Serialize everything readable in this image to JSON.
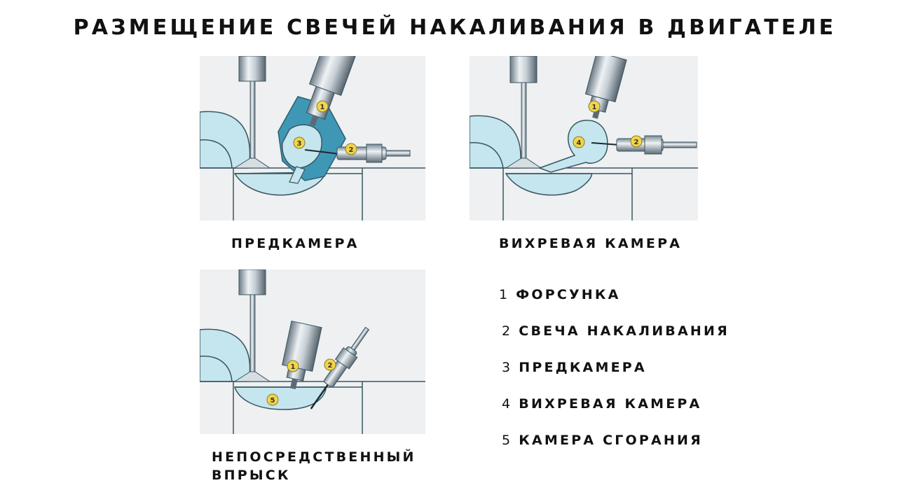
{
  "title": "РАЗМЕЩЕНИЕ СВЕЧЕЙ НАКАЛИВАНИЯ В ДВИГАТЕЛЕ",
  "diagrams": [
    {
      "caption": "ПРЕДКАМЕРА",
      "markers": [
        "1",
        "2",
        "3"
      ]
    },
    {
      "caption": "ВИХРЕВАЯ КАМЕРА",
      "markers": [
        "1",
        "2",
        "4"
      ]
    },
    {
      "caption_line1": "НЕПОСРЕДСТВЕННЫЙ",
      "caption_line2": "ВПРЫСК",
      "markers": [
        "1",
        "2",
        "5"
      ]
    }
  ],
  "legend": [
    {
      "num": "1",
      "label": "ФОРСУНКА"
    },
    {
      "num": "2",
      "label": "СВЕЧА НАКАЛИВАНИЯ"
    },
    {
      "num": "3",
      "label": "ПРЕДКАМЕРА"
    },
    {
      "num": "4",
      "label": "ВИХРЕВАЯ КАМЕРА"
    },
    {
      "num": "5",
      "label": "КАМЕРА СГОРАНИЯ"
    }
  ],
  "colors": {
    "background_panel": "#eef0f1",
    "chamber_fill": "#c5e6ee",
    "outline": "#3a5560",
    "metal_light": "#e8ecef",
    "metal_dark": "#5c6a76",
    "marker_fill": "#f1d54a",
    "injector_jacket": "#3f97b6"
  }
}
